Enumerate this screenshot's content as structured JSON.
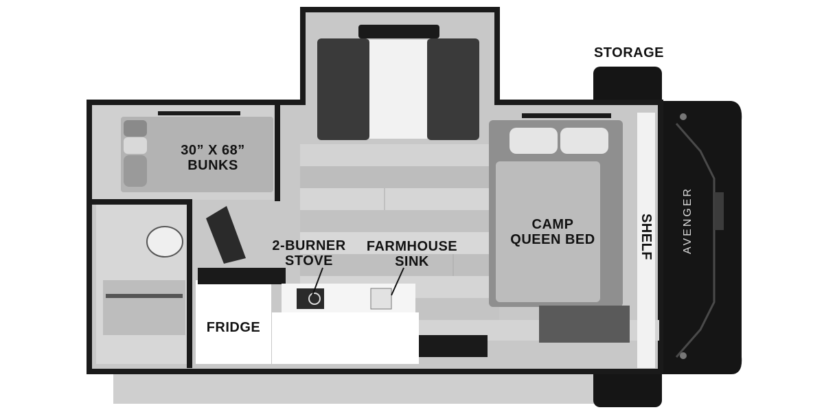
{
  "labels": {
    "storage": "STORAGE",
    "bunks_line1": "30” X 68”",
    "bunks_line2": "BUNKS",
    "stove_line1": "2-BURNER",
    "stove_line2": "STOVE",
    "sink_line1": "FARMHOUSE",
    "sink_line2": "SINK",
    "bed_line1": "CAMP",
    "bed_line2": "QUEEN BED",
    "fridge": "FRIDGE",
    "shelf": "SHELF",
    "brand": "AVENGER"
  },
  "colors": {
    "wall": "#1a1a1a",
    "floor": "#c8c8c8",
    "plank_light": "#d6d6d6",
    "plank_dark": "#b9b9b9",
    "cushion_dark": "#3a3a3a",
    "mattress": "#b8b8b8",
    "front_cap": "#151515"
  }
}
